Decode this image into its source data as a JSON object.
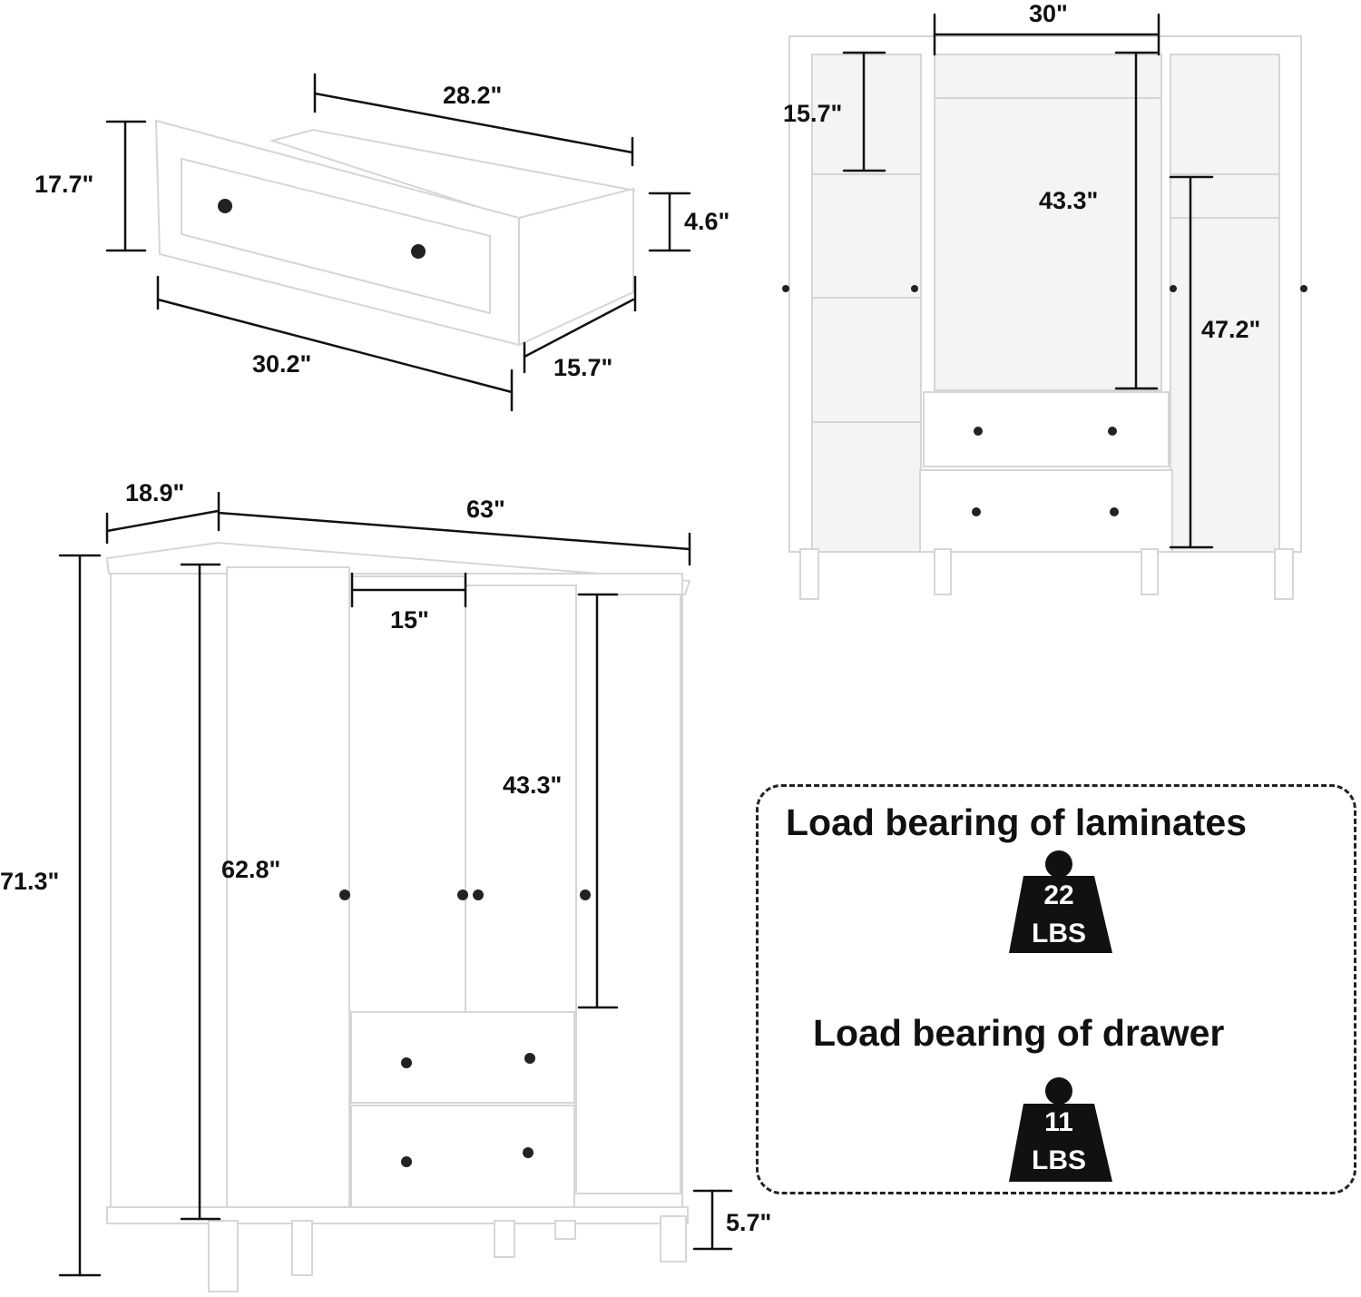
{
  "drawer_view": {
    "depth_top": "28.2\"",
    "height": "17.7\"",
    "side_height": "4.6\"",
    "width": "30.2\"",
    "depth": "15.7\""
  },
  "open_view": {
    "rod_width": "30\"",
    "shelf_height": "15.7\"",
    "hanging_height_center": "43.3\"",
    "hanging_height_right": "47.2\""
  },
  "front_view": {
    "depth": "18.9\"",
    "width": "63\"",
    "door_width": "15\"",
    "hanging_height": "43.3\"",
    "inner_height": "62.8\"",
    "total_height": "71.3\"",
    "leg_height": "5.7\""
  },
  "load_box": {
    "laminates_title": "Load bearing of laminates",
    "laminates_value": "22",
    "laminates_unit": "LBS",
    "drawer_title": "Load bearing of drawer",
    "drawer_value": "11",
    "drawer_unit": "LBS"
  },
  "colors": {
    "furniture": "#ffffff",
    "outline": "#d8d8d8",
    "line": "#111111",
    "weight": "#111111"
  }
}
